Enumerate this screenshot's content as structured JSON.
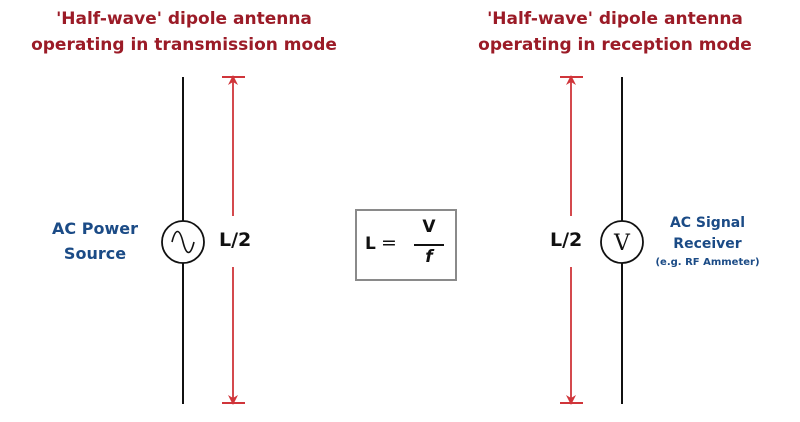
{
  "transmit_side": {
    "title_line1": "'Half-wave' dipole antenna",
    "title_line2": "operating in transmission mode",
    "source_line1": "AC Power",
    "source_line2": "Source",
    "length_label": "L/2",
    "source_icon": "sine-wave-icon"
  },
  "receive_side": {
    "title_line1": "'Half-wave' dipole antenna",
    "title_line2": "operating in reception mode",
    "receiver_line1": "AC Signal",
    "receiver_line2": "Receiver",
    "receiver_note": "(e.g. RF Ammeter)",
    "length_label": "L/2",
    "meter_symbol": "V",
    "meter_icon": "voltmeter-icon"
  },
  "formula": {
    "lhs": "L",
    "equals": "=",
    "numerator": "V",
    "denominator": "f"
  },
  "colors": {
    "title": "#9b1b27",
    "label_blue": "#1b4b86",
    "arrow_red": "#d0353a",
    "wire": "#111111",
    "box_border": "#8a8a8a"
  }
}
